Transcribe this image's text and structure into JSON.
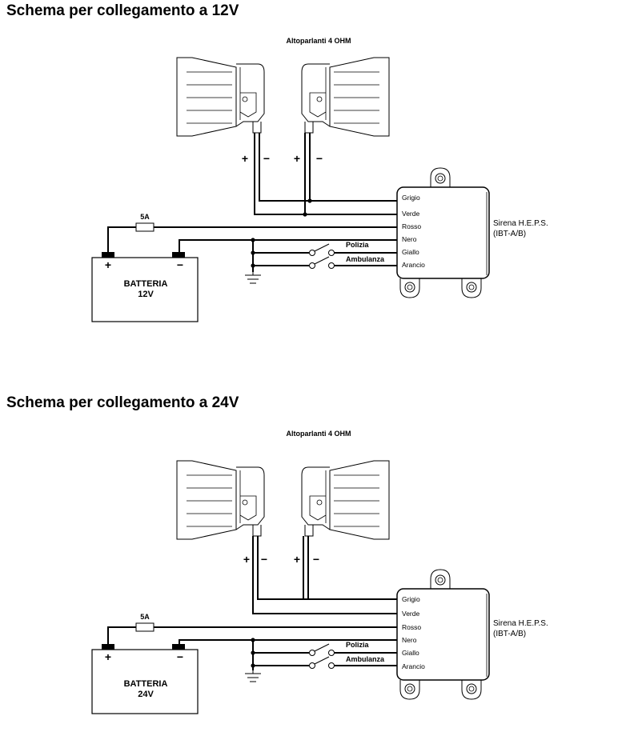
{
  "diagrams": [
    {
      "title": "Schema per collegamento a 12V",
      "speakers_label": "Altoparlanti 4 OHM",
      "speaker_polarity": [
        "+",
        "−",
        "+",
        "−"
      ],
      "fuse_label": "5A",
      "battery": {
        "label": "BATTERIA",
        "voltage": "12V",
        "plus": "+",
        "minus": "−"
      },
      "siren": {
        "name_line1": "Sirena H.E.P.S.",
        "name_line2": "(IBT-A/B)",
        "wires": [
          "Grigio",
          "Verde",
          "Rosso",
          "Nero",
          "Giallo",
          "Arancio"
        ]
      },
      "switches": [
        "Polizia",
        "Ambulanza"
      ]
    },
    {
      "title": "Schema per collegamento a 24V",
      "speakers_label": "Altoparlanti 4 OHM",
      "speaker_polarity": [
        "+",
        "−",
        "+",
        "−"
      ],
      "fuse_label": "5A",
      "battery": {
        "label": "BATTERIA",
        "voltage": "24V",
        "plus": "+",
        "minus": "−"
      },
      "siren": {
        "name_line1": "Sirena H.E.P.S.",
        "name_line2": "(IBT-A/B)",
        "wires": [
          "Grigio",
          "Verde",
          "Rosso",
          "Nero",
          "Giallo",
          "Arancio"
        ]
      },
      "switches": [
        "Polizia",
        "Ambulanza"
      ]
    }
  ]
}
